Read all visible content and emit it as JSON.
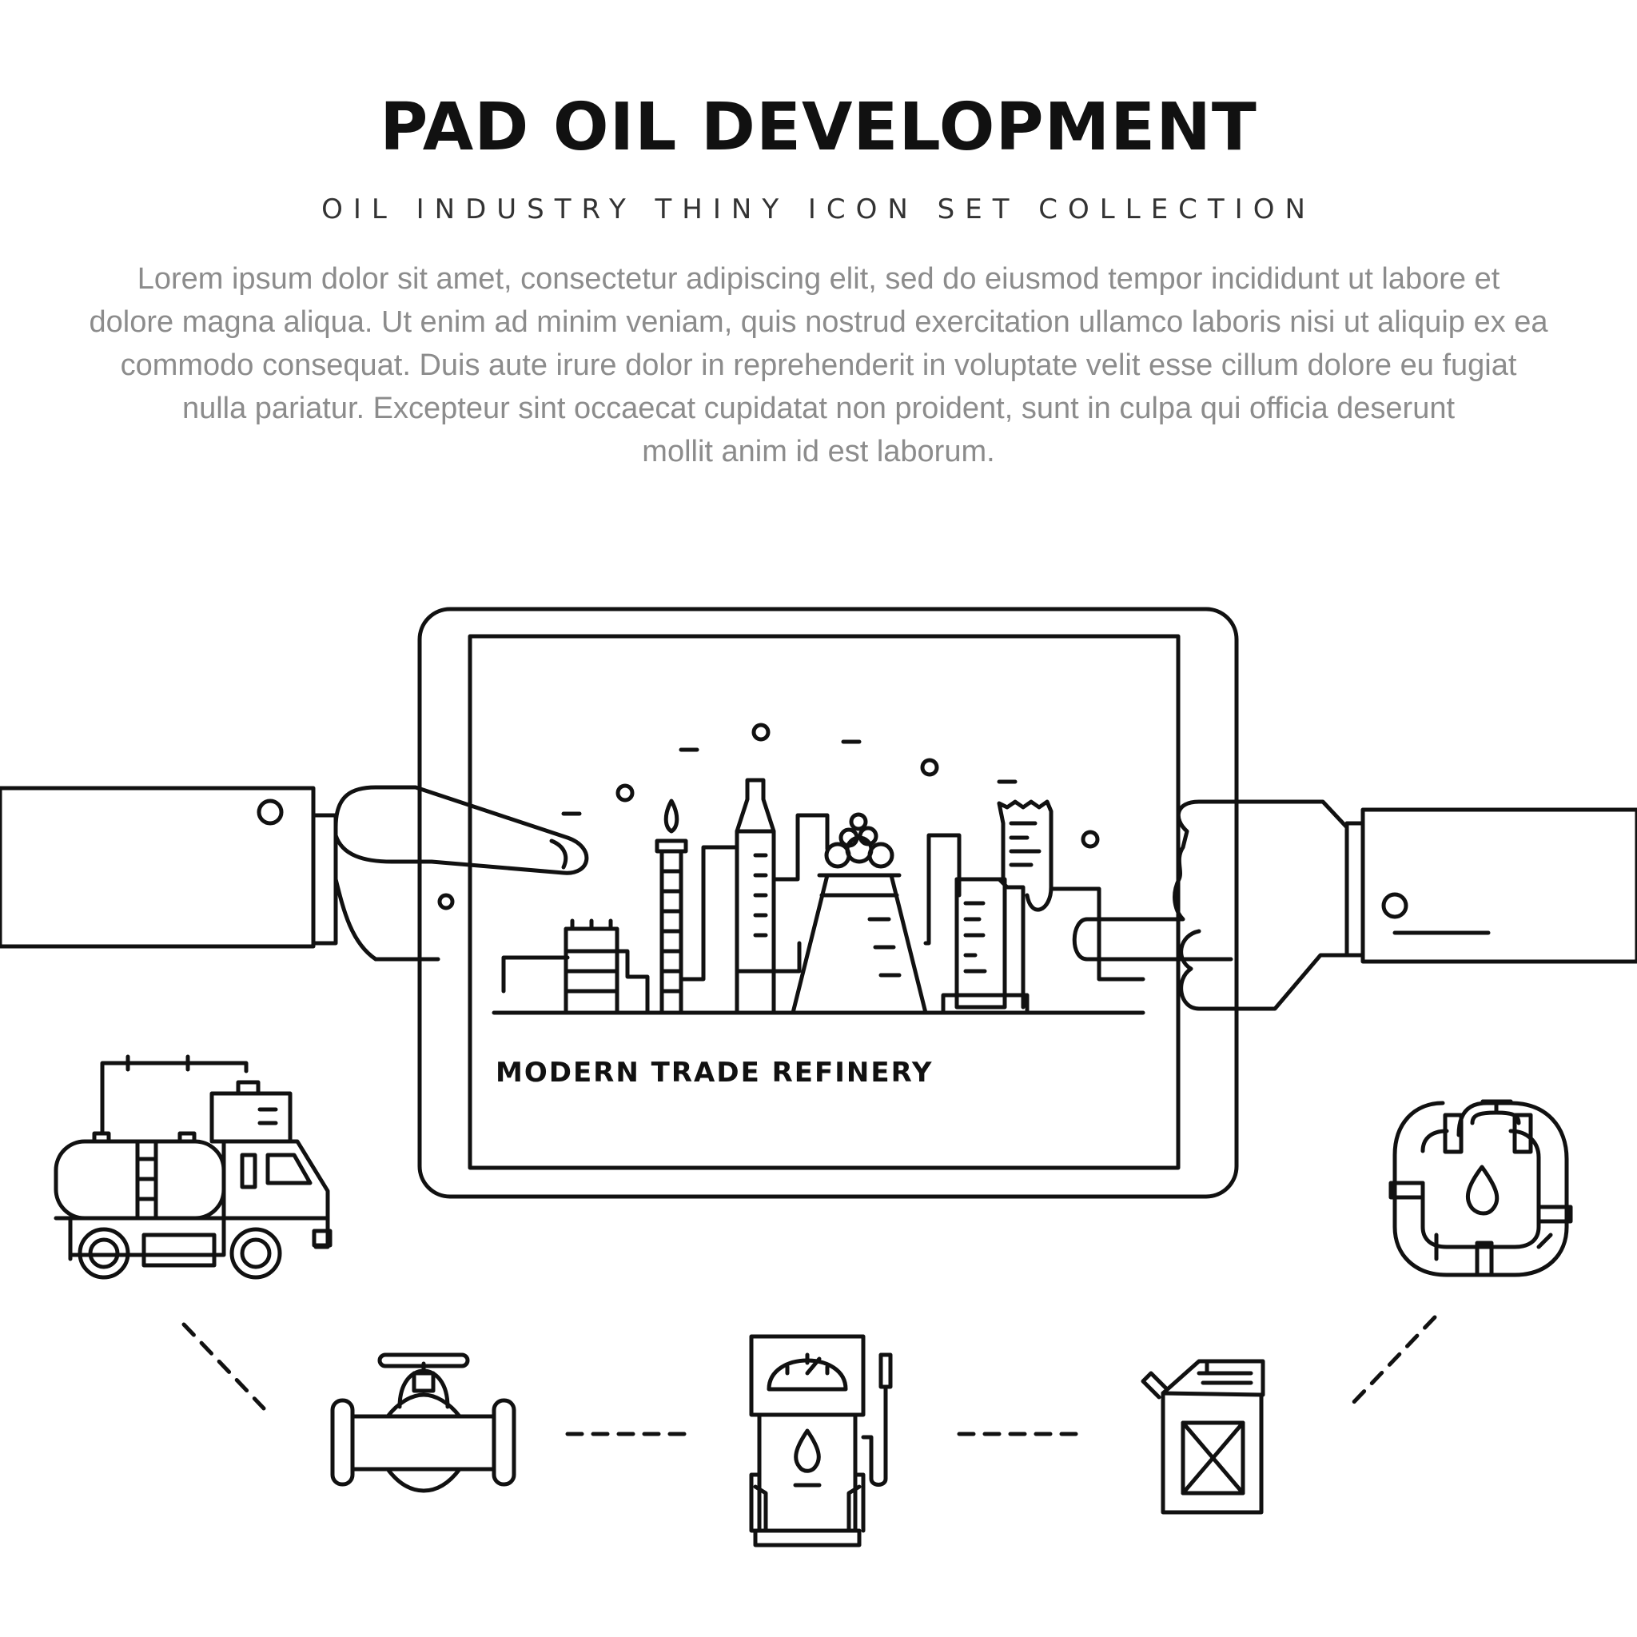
{
  "header": {
    "title": "PAD OIL DEVELOPMENT",
    "subtitle": "OIL INDUSTRY THINY ICON SET COLLECTION"
  },
  "description": {
    "lines": [
      "Lorem ipsum dolor sit amet, consectetur adipiscing elit, sed do eiusmod tempor incididunt ut labore et",
      "dolore magna aliqua. Ut enim ad minim veniam, quis nostrud exercitation ullamco laboris nisi ut aliquip ex ea",
      "commodo consequat. Duis aute irure dolor in reprehenderit in voluptate velit esse cillum dolore eu fugiat",
      "nulla pariatur. Excepteur sint occaecat cupidatat non proident, sunt in culpa qui officia deserunt",
      "mollit anim id est laborum."
    ]
  },
  "tablet": {
    "screen_label": "MODERN TRADE REFINERY",
    "scene_icon": "refinery-skyline-icon"
  },
  "icons": [
    "tanker-truck-icon",
    "pipeline-drop-icon",
    "pipe-valve-icon",
    "fuel-pump-icon",
    "jerrycan-icon"
  ],
  "colors": {
    "line": "#111111",
    "text": "#8c8c8c",
    "background": "#ffffff"
  }
}
